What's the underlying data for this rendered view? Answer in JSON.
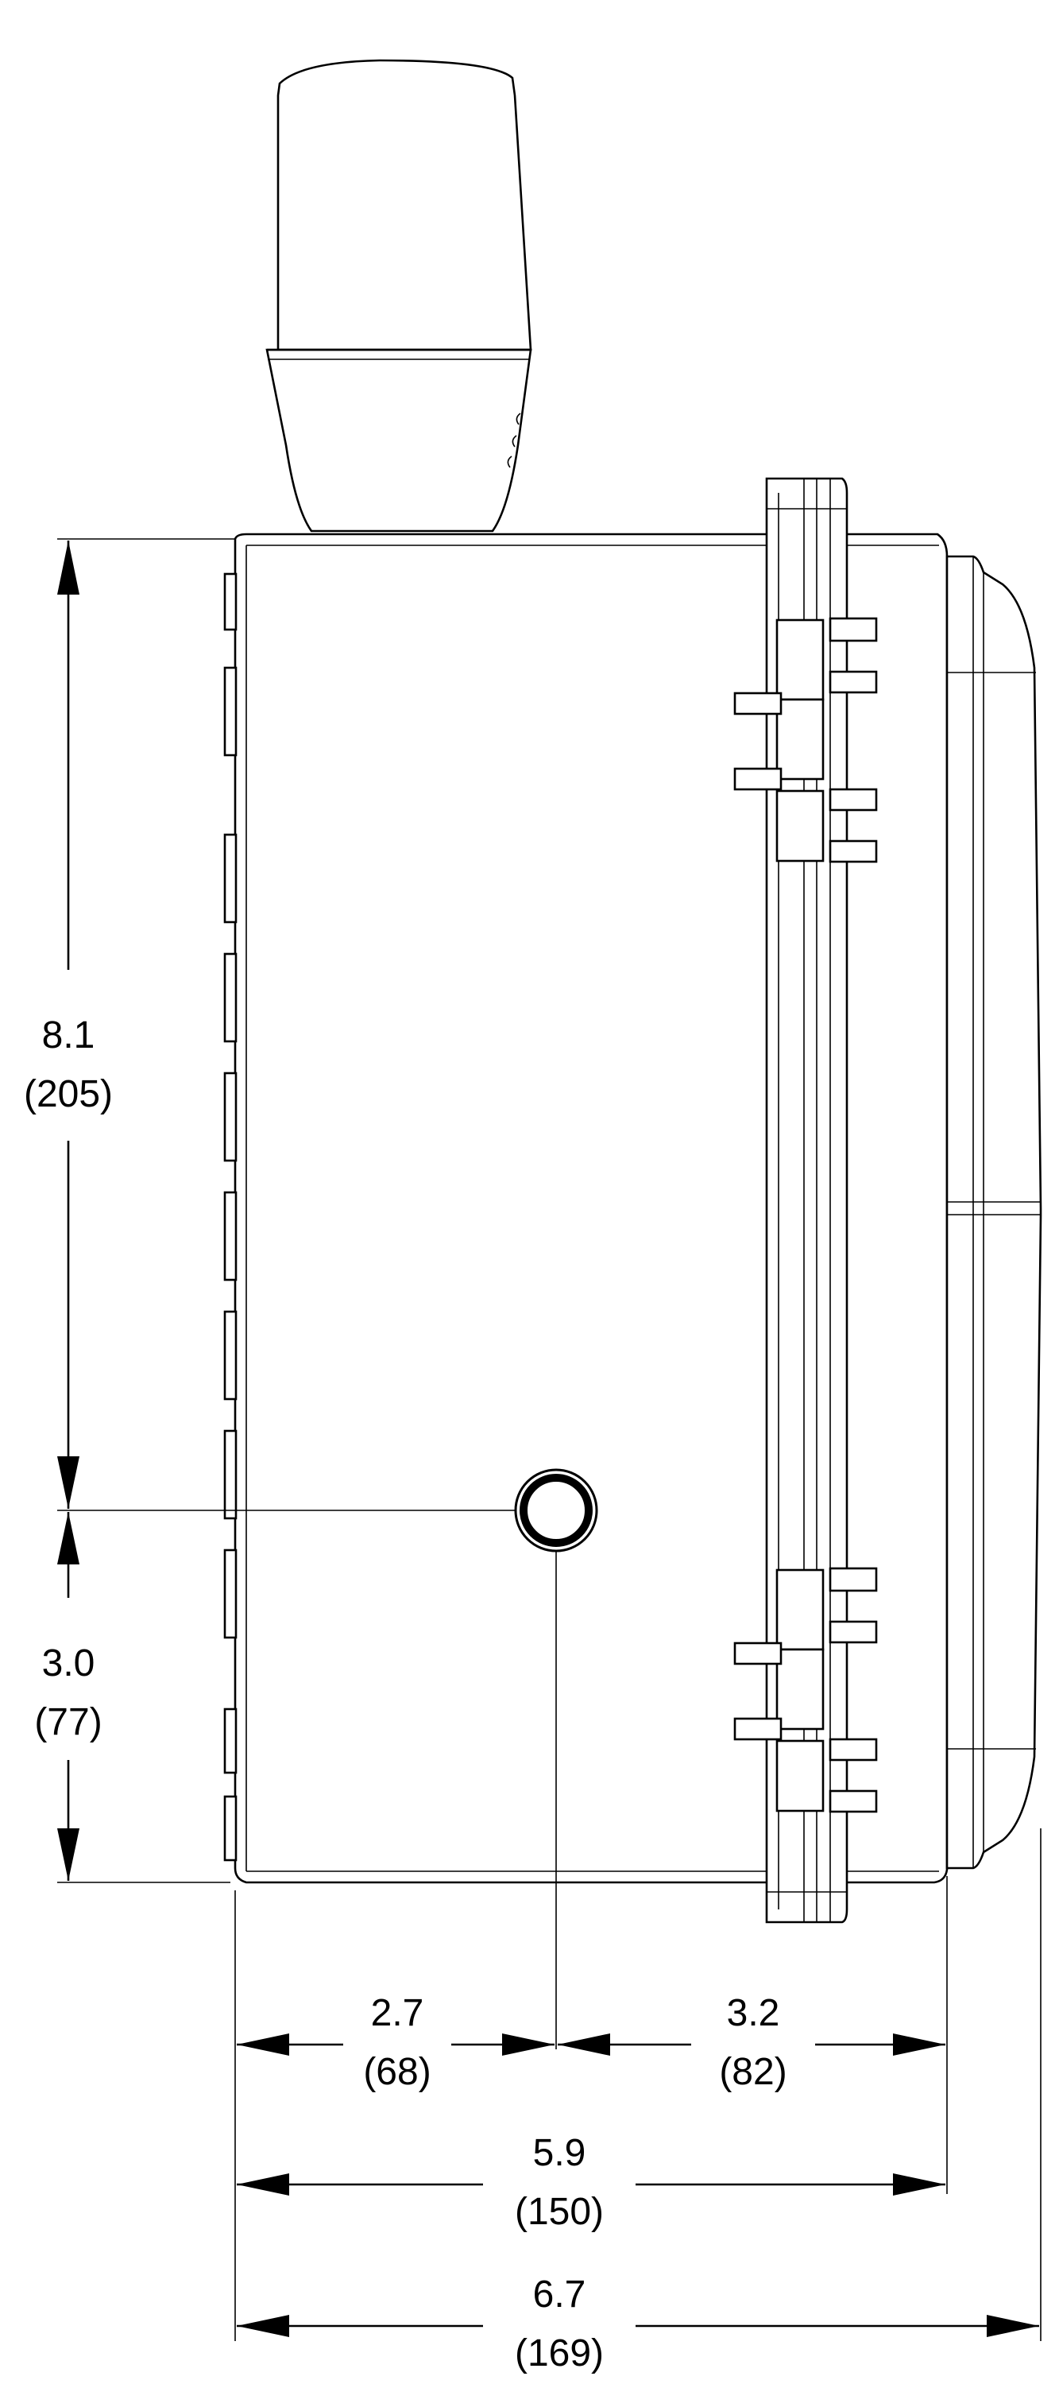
{
  "dimensions": {
    "height_total": {
      "value": "8.1",
      "metric": "(205)"
    },
    "hole_height": {
      "value": "3.0",
      "metric": "(77)"
    },
    "hole_offset": {
      "value": "2.7",
      "metric": "(68)"
    },
    "hole_to_back": {
      "value": "3.2",
      "metric": "(82)"
    },
    "body_depth": {
      "value": "5.9",
      "metric": "(150)"
    },
    "overall_depth": {
      "value": "6.7",
      "metric": "(169)"
    }
  }
}
